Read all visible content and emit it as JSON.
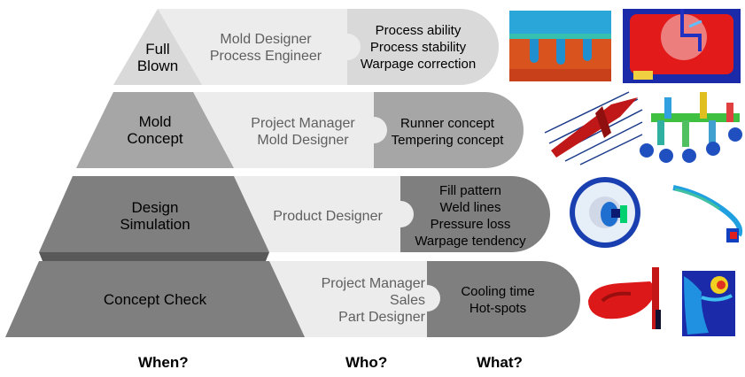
{
  "levels": [
    {
      "name": "Full\nBlown",
      "who": [
        "Mold Designer",
        "Process Engineer"
      ],
      "what": [
        "Process ability",
        "Process stability",
        "Warpage correction"
      ]
    },
    {
      "name": "Mold\nConcept",
      "who": [
        "Project Manager",
        "Mold Designer"
      ],
      "what": [
        "Runner  concept",
        "Tempering concept"
      ]
    },
    {
      "name": "Design\nSimulation",
      "who": [
        "Product Designer"
      ],
      "what": [
        "Fill pattern",
        "Weld lines",
        "Pressure loss",
        "Warpage tendency"
      ]
    },
    {
      "name": "Concept Check",
      "who": [
        "Project Manager",
        "Sales",
        "Part Designer"
      ],
      "what": [
        "Cooling time",
        "Hot-spots"
      ]
    }
  ],
  "headers": {
    "when": "When?",
    "who": "Who?",
    "what": "What?"
  },
  "colors": {
    "level_fills": [
      "#d9d9d9",
      "#a6a6a6",
      "#7f7f7f",
      "#7f7f7f"
    ],
    "who_fill": "#ececec",
    "what_fills": [
      "#d9d9d9",
      "#a6a6a6",
      "#7f7f7f",
      "#7f7f7f"
    ]
  }
}
